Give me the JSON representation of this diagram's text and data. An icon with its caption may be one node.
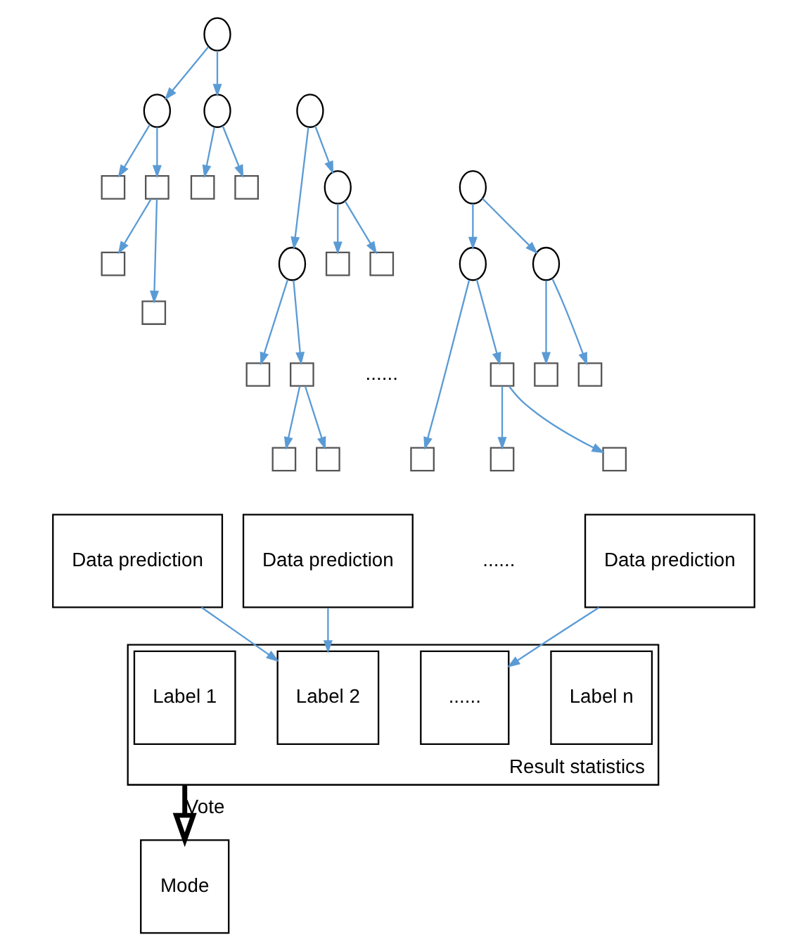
{
  "diagram": {
    "nodes": [
      {
        "text": [],
        "shape": "circle"
      },
      {
        "text": [],
        "shape": "circle"
      },
      {
        "text": [],
        "shape": "circle"
      },
      {
        "text": [],
        "shape": "box"
      },
      {
        "text": [],
        "shape": "box"
      },
      {
        "text": [],
        "shape": "box"
      },
      {
        "text": [],
        "shape": "box"
      },
      {
        "text": [],
        "shape": "box"
      },
      {
        "text": [],
        "shape": "box"
      },
      {
        "text": [],
        "shape": "circle"
      },
      {
        "text": [],
        "shape": "circle"
      },
      {
        "text": [],
        "shape": "circle"
      },
      {
        "text": [],
        "shape": "box"
      },
      {
        "text": [],
        "shape": "box"
      },
      {
        "text": [],
        "shape": "box"
      },
      {
        "text": [],
        "shape": "box"
      },
      {
        "text": [],
        "shape": "box"
      },
      {
        "text": [],
        "shape": "box"
      },
      {
        "text": [],
        "shape": "circle"
      },
      {
        "text": [],
        "shape": "circle"
      },
      {
        "text": [],
        "shape": "circle"
      },
      {
        "text": [],
        "shape": "box"
      },
      {
        "text": [],
        "shape": "box"
      },
      {
        "text": [],
        "shape": "box"
      },
      {
        "text": [],
        "shape": "box"
      },
      {
        "text": [],
        "shape": "box"
      },
      {
        "text": [],
        "shape": "box"
      },
      {
        "text": [
          "Data prediction"
        ]
      },
      {
        "text": [
          "Data prediction"
        ]
      },
      {
        "text": [
          "Data prediction"
        ]
      },
      {
        "text": [],
        "shape": "box",
        "beside": [
          "Result statistics"
        ]
      },
      {
        "text": [
          "Label 1"
        ],
        "in": 30
      },
      {
        "text": [
          "Label 2"
        ],
        "in": 30
      },
      {
        "text": [
          "......"
        ],
        "in": 30
      },
      {
        "text": [
          "Label n"
        ],
        "in": 30
      },
      {
        "text": [
          "Mode"
        ]
      }
    ],
    "edges": [
      {
        "from": 0,
        "to": 1,
        "arrow": "to"
      },
      {
        "from": 0,
        "to": 2,
        "arrow": "to"
      },
      {
        "from": 1,
        "to": 3,
        "arrow": "to"
      },
      {
        "from": 1,
        "to": 4,
        "arrow": "to"
      },
      {
        "from": 2,
        "to": 5,
        "arrow": "to"
      },
      {
        "from": 2,
        "to": 6,
        "arrow": "to"
      },
      {
        "from": 4,
        "to": 7,
        "arrow": "to"
      },
      {
        "from": 4,
        "to": 8,
        "arrow": "to"
      },
      {
        "from": 9,
        "to": 10,
        "arrow": "to"
      },
      {
        "from": 9,
        "to": 11,
        "arrow": "to"
      },
      {
        "from": 10,
        "to": 12,
        "arrow": "to"
      },
      {
        "from": 10,
        "to": 13,
        "arrow": "to"
      },
      {
        "from": 11,
        "to": 14,
        "arrow": "to"
      },
      {
        "from": 11,
        "to": 15,
        "arrow": "to"
      },
      {
        "from": 13,
        "to": 16,
        "arrow": "to"
      },
      {
        "from": 13,
        "to": 17,
        "arrow": "to"
      },
      {
        "from": 18,
        "to": 19,
        "arrow": "to"
      },
      {
        "from": 18,
        "to": 20,
        "arrow": "to"
      },
      {
        "from": 19,
        "to": 21,
        "arrow": "to"
      },
      {
        "from": 19,
        "to": 22,
        "arrow": "to"
      },
      {
        "from": 20,
        "to": 23,
        "arrow": "to"
      },
      {
        "from": 20,
        "to": 24,
        "arrow": "to"
      },
      {
        "from": 22,
        "to": 25,
        "arrow": "to"
      },
      {
        "from": 22,
        "to": 26,
        "arrow": "to"
      },
      {
        "from": 27,
        "to": 32,
        "arrow": "to"
      },
      {
        "from": 28,
        "to": 32,
        "arrow": "to"
      },
      {
        "from": 29,
        "to": 33,
        "arrow": "to"
      },
      {
        "from": 30,
        "to": 35,
        "arrow": "to",
        "label": "Vote",
        "style": "thick",
        "color": "#000000"
      }
    ],
    "labels": [
      "......",
      "......"
    ]
  }
}
